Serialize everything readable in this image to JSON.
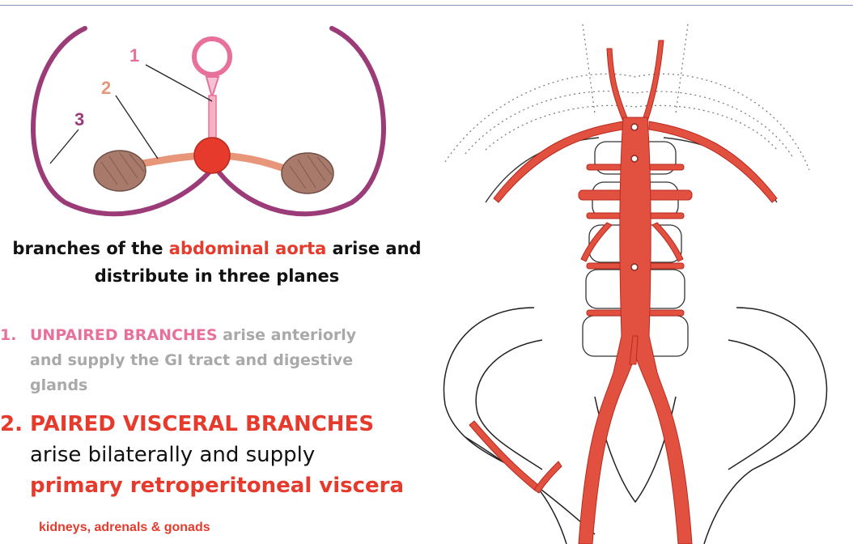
{
  "schematic": {
    "label_1": "1",
    "label_2": "2",
    "label_3": "3"
  },
  "heading": {
    "part1": "branches of the ",
    "accent": "abdominal aorta",
    "part2": " arise and",
    "line2": "distribute in three planes"
  },
  "list": {
    "item1": {
      "number": "1.",
      "title": "UNPAIRED BRANCHES",
      "rest1": " arise anteriorly",
      "rest2": "and supply the GI tract and digestive",
      "rest3": "glands"
    },
    "item2": {
      "number": "2.",
      "title": "PAIRED VISCERAL BRANCHES",
      "line2": "arise bilaterally and supply",
      "line3": "primary retroperitoneal viscera",
      "note": "kidneys, adrenals & gonads"
    }
  },
  "colors": {
    "accent_red": "#e53a2c",
    "unpaired_pink": "#e8719c",
    "muted_grey": "#a9a9a9",
    "body_wall_purple": "#9b3b78",
    "kidney_brown": "#a87a6c",
    "paired_vessel_salmon": "#e8967a"
  }
}
